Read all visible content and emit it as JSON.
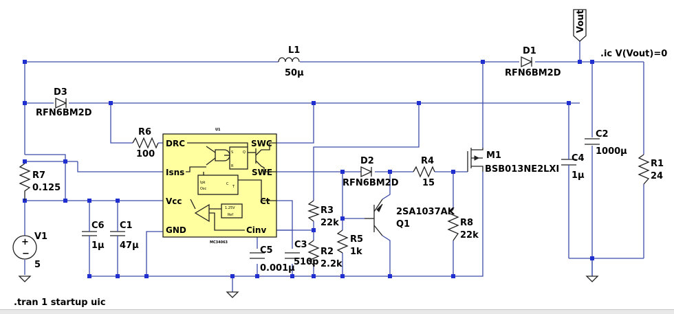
{
  "net_label": "Vout",
  "directives": {
    "ic": ".ic V(Vout)=0",
    "tran": ".tran 1 startup uic"
  },
  "ic": {
    "refdes": "U1",
    "part": "MC34063",
    "pins": {
      "drc": "DRC",
      "swc": "SWC",
      "isns": "Isns",
      "swe": "SWE",
      "vcc": "Vcc",
      "ct": "Ct",
      "gnd": "GND",
      "cinv": "Cinv"
    },
    "internal": {
      "s": "S",
      "r": "R",
      "q": "Q",
      "c": "C",
      "t": "T",
      "ipk": "Ipk",
      "osc": "Osc",
      "ref_v": "1.25V",
      "ref": "Ref"
    }
  },
  "components": {
    "L1": {
      "ref": "L1",
      "value": "50µ"
    },
    "D1": {
      "ref": "D1",
      "value": "RFN6BM2D"
    },
    "D2": {
      "ref": "D2",
      "value": "RFN6BM2D"
    },
    "D3": {
      "ref": "D3",
      "value": "RFN6BM2D"
    },
    "R1": {
      "ref": "R1",
      "value": "24"
    },
    "R2": {
      "ref": "R2",
      "value": "2.2k"
    },
    "R3": {
      "ref": "R3",
      "value": "22k"
    },
    "R4": {
      "ref": "R4",
      "value": "15"
    },
    "R5": {
      "ref": "R5",
      "value": "1k"
    },
    "R6": {
      "ref": "R6",
      "value": "100"
    },
    "R7": {
      "ref": "R7",
      "value": "0.125"
    },
    "R8": {
      "ref": "R8",
      "value": "22k"
    },
    "C1": {
      "ref": "C1",
      "value": "47µ"
    },
    "C2": {
      "ref": "C2",
      "value": "1000µ"
    },
    "C3": {
      "ref": "C3",
      "value": "510p"
    },
    "C4": {
      "ref": "C4",
      "value": "1µ"
    },
    "C5": {
      "ref": "C5",
      "value": "0.001µ"
    },
    "C6": {
      "ref": "C6",
      "value": "1µ"
    },
    "V1": {
      "ref": "V1",
      "value": "5"
    },
    "M1": {
      "ref": "M1",
      "value": "BSB013NE2LXI"
    },
    "Q1": {
      "ref": "Q1",
      "value": "2SA1037AK"
    }
  },
  "colors": {
    "wire": "#3b4aa8",
    "junction": "#1f2fd0",
    "component": "#202020"
  }
}
